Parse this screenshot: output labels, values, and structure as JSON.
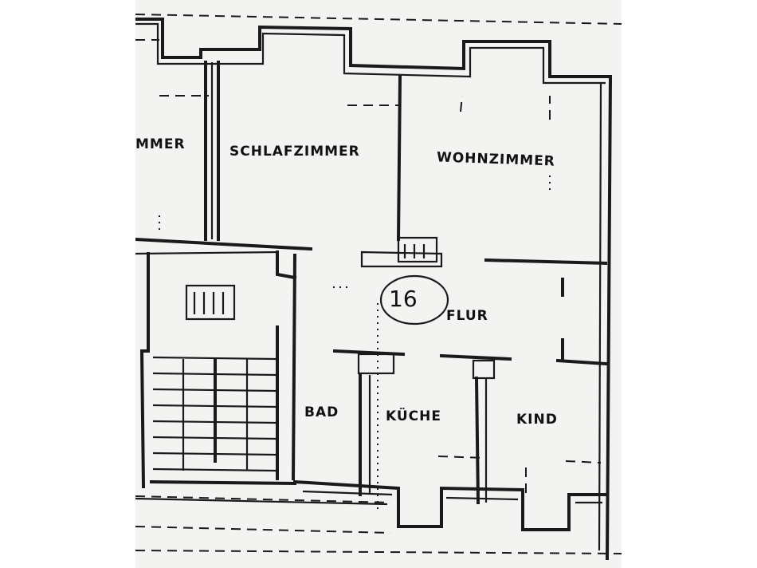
{
  "rooms": {
    "zimmer_partial": "MMER",
    "schlafzimmer": "SCHLAFZIMMER",
    "wohnzimmer": "WOHNZIMMER",
    "flur": "FLUR",
    "bad": "BAD",
    "kueche": "KÜCHE",
    "kind": "KIND"
  },
  "unit_number": "16",
  "colors": {
    "ink": "#1a1a1a",
    "paper": "#f3f3f1"
  }
}
